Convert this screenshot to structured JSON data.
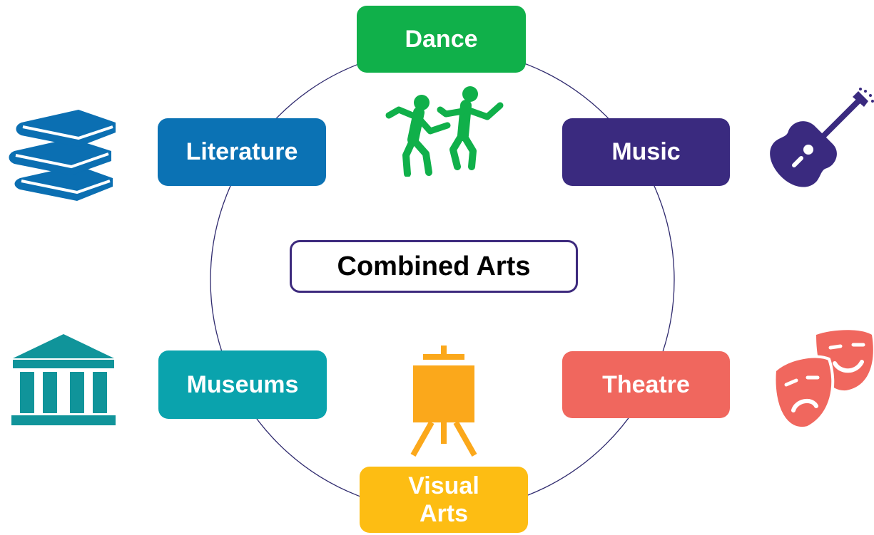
{
  "center": {
    "label": "Combined Arts"
  },
  "nodes": [
    {
      "id": "dance",
      "label": "Dance",
      "color": "#10b04a",
      "icon": "dancers-icon"
    },
    {
      "id": "music",
      "label": "Music",
      "color": "#3a2a7f",
      "icon": "guitar-icon"
    },
    {
      "id": "theatre",
      "label": "Theatre",
      "color": "#f0675e",
      "icon": "theatre-masks-icon"
    },
    {
      "id": "visual-arts",
      "label": "Visual Arts",
      "color": "#fdbd13",
      "icon": "easel-icon"
    },
    {
      "id": "museums",
      "label": "Museums",
      "color": "#0aa3ad",
      "icon": "museum-building-icon"
    },
    {
      "id": "literature",
      "label": "Literature",
      "color": "#0b72b4",
      "icon": "books-icon"
    }
  ],
  "colors": {
    "ring": "#2f2a6e",
    "books": "#0b6fb2",
    "museum": "#10949a",
    "dancers": "#10b04a",
    "guitar": "#3a2a7f",
    "easel": "#fba81b",
    "masks": "#f0675e"
  }
}
